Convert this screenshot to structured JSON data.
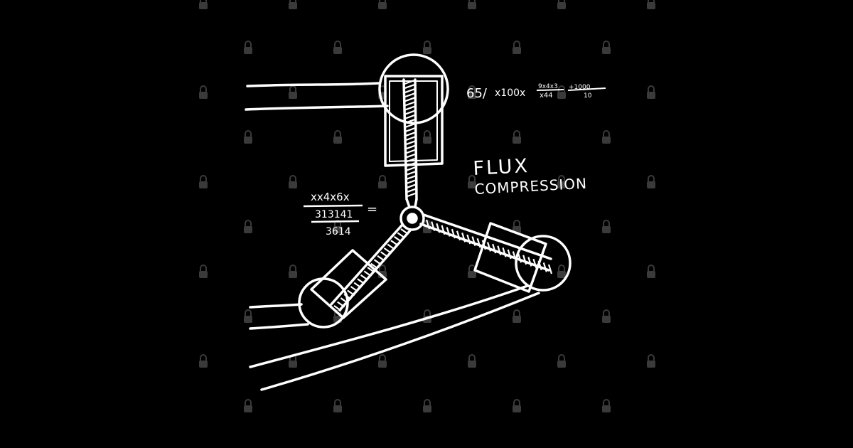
{
  "background_color": "#000000",
  "ink_color": "#ffffff",
  "watermark": {
    "icon": "padlock-icon",
    "color": "#3a3a3a"
  },
  "notes": {
    "title_line1": "FLUX",
    "title_line2": "COMPRESSION",
    "top_formula": {
      "prefix": "65/",
      "term": "x100x",
      "fraction_numerator": "9x4x3",
      "fraction_denominator": "x44",
      "second_numerator": "+1000",
      "second_denominator": "10"
    },
    "left_formula": {
      "line1": "xx4x6x",
      "line2": "313141",
      "line3": "3614",
      "equals": "="
    }
  }
}
